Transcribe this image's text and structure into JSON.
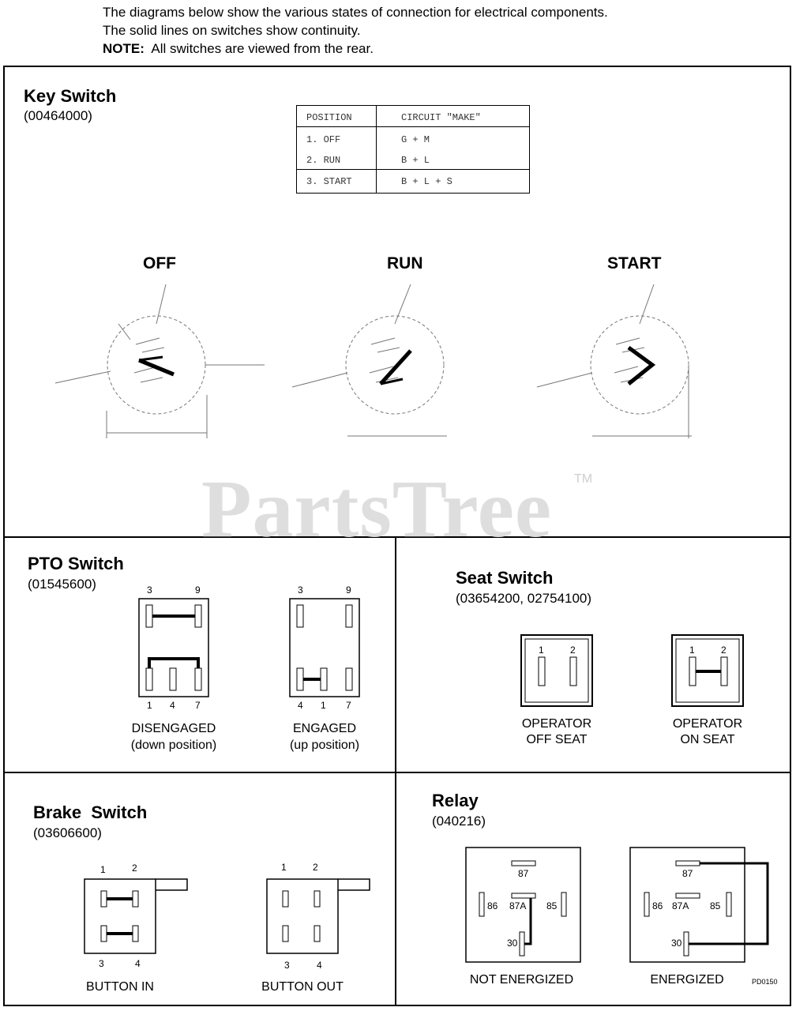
{
  "intro": {
    "line1": "The diagrams below show the various states of connection for electrical components.",
    "line2": "The solid lines on switches show continuity.",
    "note_label": "NOTE:",
    "note_text": "All switches are viewed from the rear."
  },
  "watermark": {
    "text": "PartsTree",
    "tm": "TM"
  },
  "key_switch": {
    "title": "Key Switch",
    "part": "(00464000)",
    "table": {
      "headers": [
        "POSITION",
        "CIRCUIT \"MAKE\""
      ],
      "rows": [
        [
          "1. OFF",
          "G + M"
        ],
        [
          "2. RUN",
          "B + L"
        ],
        [
          "3. START",
          "B + L + S"
        ]
      ]
    },
    "states": [
      "OFF",
      "RUN",
      "START"
    ]
  },
  "pto_switch": {
    "title": "PTO Switch",
    "part": "(01545600)",
    "top_pins": [
      "3",
      "9"
    ],
    "disengaged": {
      "bottom_pins": [
        "1",
        "4",
        "7"
      ],
      "label": "DISENGAGED",
      "sub": "(down position)"
    },
    "engaged": {
      "bottom_pins": [
        "4",
        "1",
        "7"
      ],
      "label": "ENGAGED",
      "sub": "(up position)"
    }
  },
  "seat_switch": {
    "title": "Seat Switch",
    "part": "(03654200, 02754100)",
    "pins": [
      "1",
      "2"
    ],
    "off": {
      "line1": "OPERATOR",
      "line2": "OFF SEAT"
    },
    "on": {
      "line1": "OPERATOR",
      "line2": "ON SEAT"
    }
  },
  "brake_switch": {
    "title": "Brake  Switch",
    "part": "(03606600)",
    "top_pins": [
      "1",
      "2"
    ],
    "bottom_pins": [
      "3",
      "4"
    ],
    "in_label": "BUTTON IN",
    "out_label": "BUTTON OUT"
  },
  "relay": {
    "title": "Relay",
    "part": "(040216)",
    "pins": {
      "p87": "87",
      "p86": "86",
      "p87a": "87A",
      "p85": "85",
      "p30": "30"
    },
    "not_energized": "NOT ENERGIZED",
    "energized": "ENERGIZED",
    "code": "PD0150"
  }
}
